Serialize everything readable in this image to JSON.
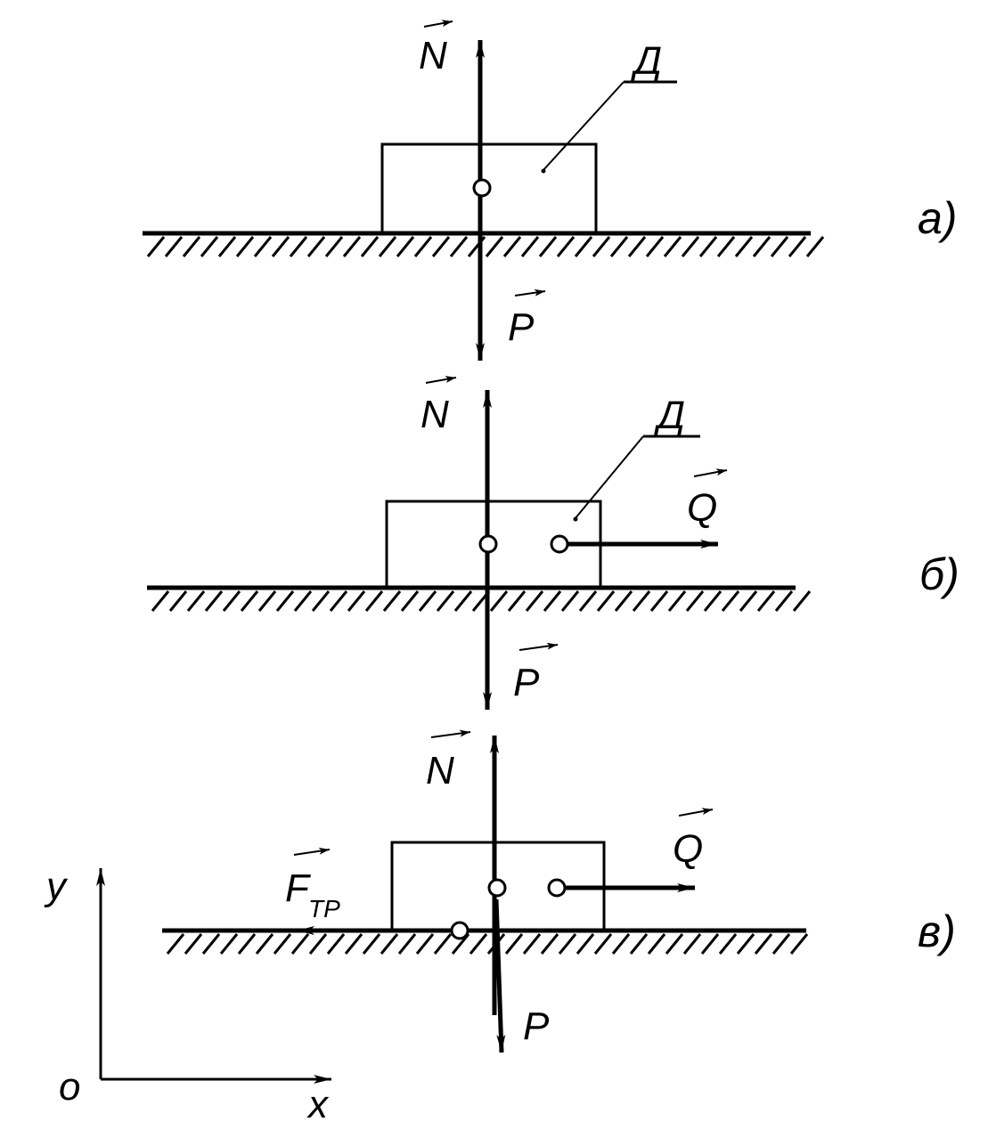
{
  "panels": [
    {
      "caption": "a)",
      "body_label": "Д",
      "normal_force": "N",
      "weight": "P"
    },
    {
      "caption": "б)",
      "body_label": "Д",
      "normal_force": "N",
      "weight": "P",
      "applied_force": "Q"
    },
    {
      "caption": "в)",
      "normal_force": "N",
      "weight": "P",
      "applied_force": "Q",
      "friction_force": "F",
      "friction_subscript": "ТР"
    }
  ],
  "axes": {
    "y_label": "y",
    "x_label": "x",
    "origin_label": "o"
  }
}
